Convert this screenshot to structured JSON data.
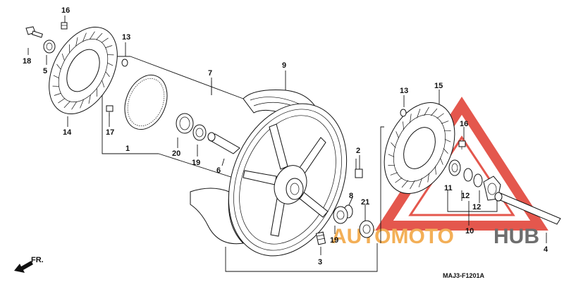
{
  "diagram": {
    "code": "MAJ3-F1201A",
    "direction_label": "FR.",
    "watermark": {
      "text_part1": "AUTOMOTO",
      "text_part2": "HUB",
      "color_part1": "#f2a23a",
      "color_part2": "#555555",
      "triangle_color": "#e03a2f"
    },
    "callouts": {
      "c1": "1",
      "c2": "2",
      "c3": "3",
      "c4": "4",
      "c5": "5",
      "c6": "6",
      "c7": "7",
      "c8": "8",
      "c9": "9",
      "c10": "10",
      "c11": "11",
      "c12a": "12",
      "c12b": "12",
      "c13a": "13",
      "c13b": "13",
      "c14": "14",
      "c15": "15",
      "c16a": "16",
      "c16b": "16",
      "c17": "17",
      "c18": "18",
      "c19a": "19",
      "c19b": "19",
      "c20": "20",
      "c21": "21"
    }
  }
}
